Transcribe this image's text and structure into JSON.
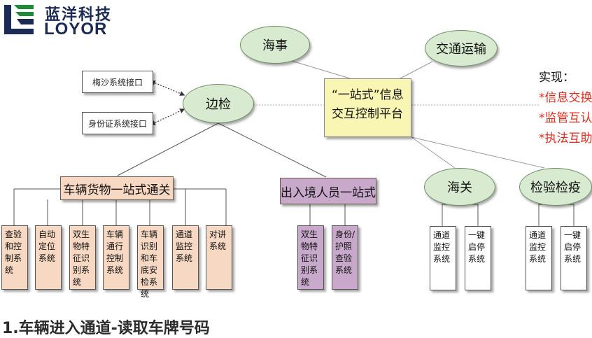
{
  "logo": {
    "cn": "蓝洋科技",
    "en": "LOYOR",
    "colors": {
      "blue": "#1c2b54",
      "green": "#1f8a3a"
    }
  },
  "ellipses": {
    "haishi": "海事",
    "jiaotong": "交通运输",
    "bianjian": "边检",
    "haiguan": "海关",
    "jianyan": "检验检疫"
  },
  "interfaces": {
    "meisha": "梅沙系统接口",
    "shenfenzheng": "身份证系统接口"
  },
  "center_box": {
    "line1": "“一站式”信息",
    "line2": "交互控制平台"
  },
  "realize": {
    "title": "实现：",
    "items": [
      "*信息交换",
      "*监管互认",
      "*执法互助"
    ],
    "accent_color": "#e32b1e"
  },
  "vehicle": {
    "header": "车辆货物一站式通关",
    "boxes": [
      "查验和控制系统",
      "自动定位系统",
      "双生物特征识别系统",
      "车辆通行控制系统",
      "车辆识别和车底安检系统",
      "通道监控系统",
      "对讲系统"
    ]
  },
  "people": {
    "header": "出入境人员一站式",
    "boxes": [
      "双生物特征识别系统",
      "身份/护照查验系统"
    ]
  },
  "haiguan_boxes": [
    "通道监控系统",
    "一键启停系统"
  ],
  "jianyan_boxes": [
    "通道监控系统",
    "一键启停系统"
  ],
  "caption": "1.车辆进入通道-读取车牌号码",
  "colors": {
    "ellipse_fill": "#d8ead0",
    "center_fill": "#f9f5b3",
    "peach": "#f7d8c3",
    "purple": "#c8a9cc"
  }
}
